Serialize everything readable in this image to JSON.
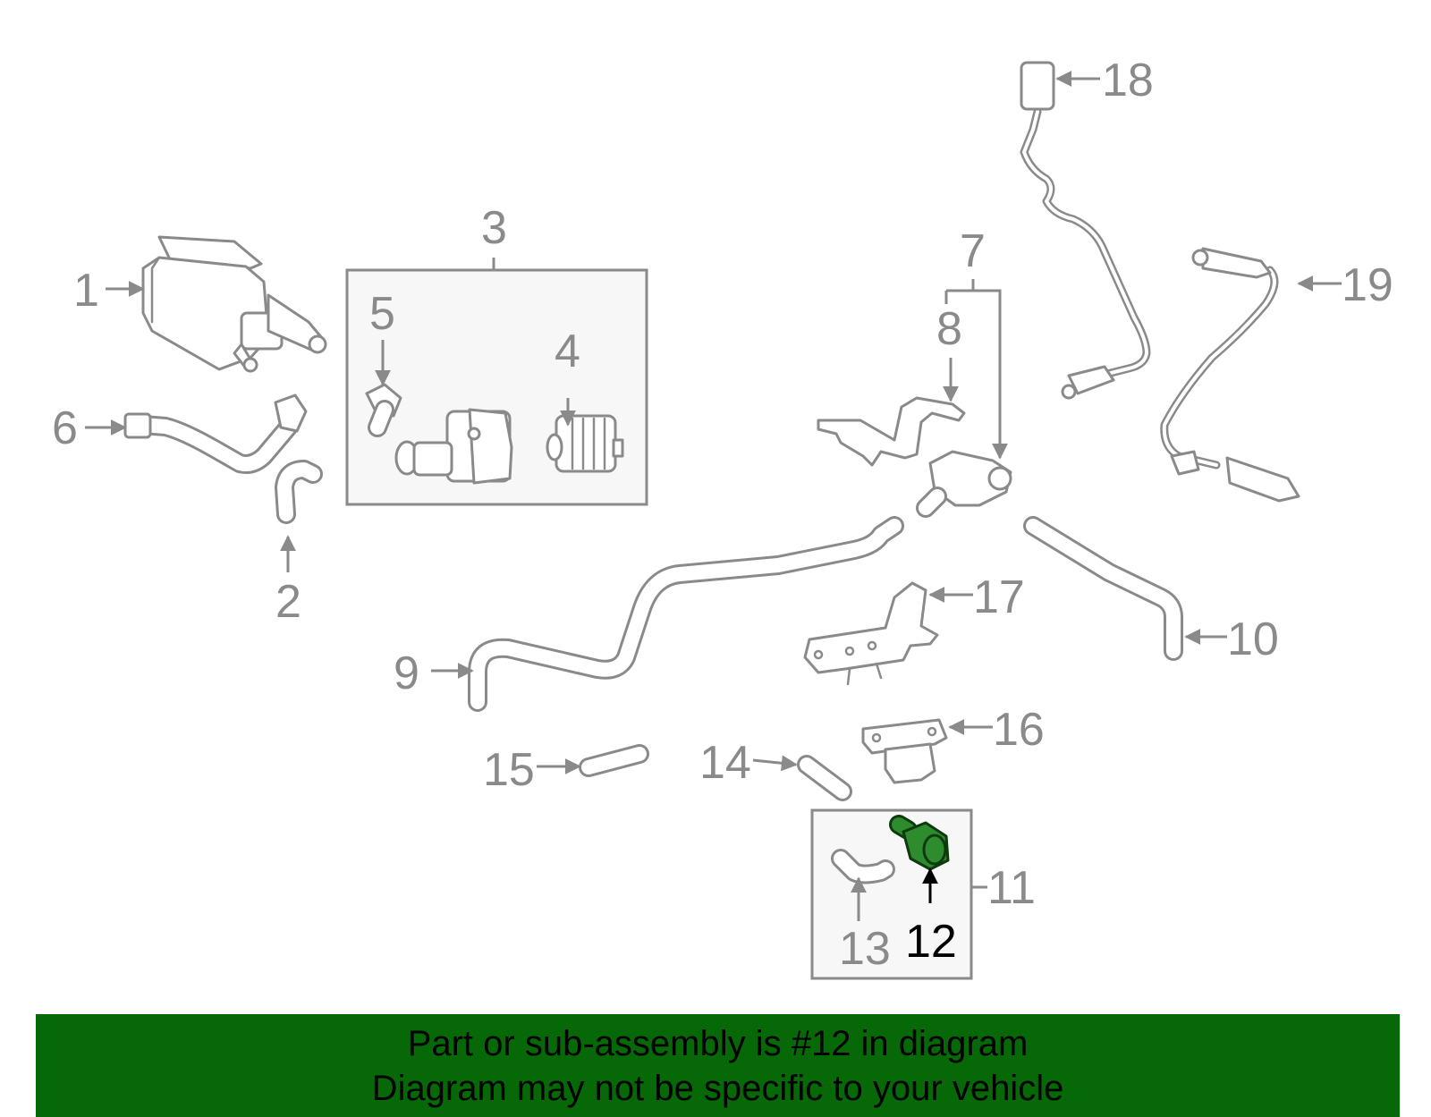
{
  "callouts": [
    "1",
    "2",
    "3",
    "4",
    "5",
    "6",
    "7",
    "8",
    "9",
    "10",
    "11",
    "12",
    "13",
    "14",
    "15",
    "16",
    "17",
    "18",
    "19"
  ],
  "highlighted_part": "12",
  "banner": {
    "line1": "Part or sub-assembly is #12 in diagram",
    "line2": "Diagram may not be specific to your vehicle"
  },
  "colors": {
    "line_art": "#8a8a8a",
    "highlight_part": "#2e8b2e",
    "banner_background": "#066806",
    "banner_text": "#000000"
  }
}
